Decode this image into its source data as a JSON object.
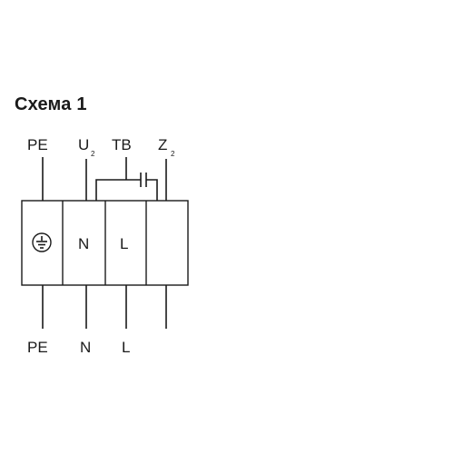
{
  "diagram": {
    "title": "Схема 1",
    "top_terminals": [
      {
        "main": "PE",
        "sub": ""
      },
      {
        "main": "U",
        "sub": "2"
      },
      {
        "main": "TB",
        "sub": ""
      },
      {
        "main": "Z",
        "sub": "2"
      }
    ],
    "block_cells": [
      "",
      "N",
      "L",
      ""
    ],
    "bottom_terminals": [
      "PE",
      "N",
      "L",
      ""
    ],
    "ground_symbol": "ground-icon"
  }
}
